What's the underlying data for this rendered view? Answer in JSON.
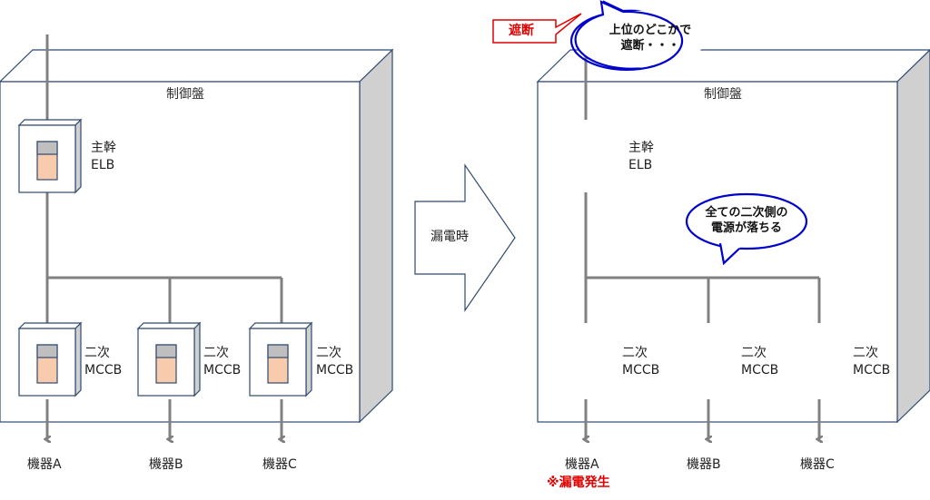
{
  "colors": {
    "panel_stroke": "#2f4a6f",
    "panel_side": "#d0d0d0",
    "wire": "#808080",
    "handle_top": "#bfbfbf",
    "handle_bottom": "#f8cbad",
    "callout_blue": "#0000cc",
    "alert_red": "#e00000"
  },
  "left_panel": {
    "title": "制御盤",
    "main_breaker": {
      "line1": "主幹",
      "line2": "ELB"
    },
    "branch_breakers": [
      {
        "line1": "二次",
        "line2": "MCCB"
      },
      {
        "line1": "二次",
        "line2": "MCCB"
      },
      {
        "line1": "二次",
        "line2": "MCCB"
      }
    ],
    "devices": [
      "機器A",
      "機器B",
      "機器C"
    ]
  },
  "transition_arrow": {
    "label": "漏電時"
  },
  "right_panel": {
    "title": "制御盤",
    "main_breaker": {
      "line1": "主幹",
      "line2": "ELB"
    },
    "branch_breakers": [
      {
        "line1": "二次",
        "line2": "MCCB"
      },
      {
        "line1": "二次",
        "line2": "MCCB"
      },
      {
        "line1": "二次",
        "line2": "MCCB"
      }
    ],
    "devices": [
      "機器A",
      "機器B",
      "機器C"
    ],
    "leak_note": "※漏電発生",
    "cutoff_label": "遮断",
    "upper_callout": {
      "line1": "上位のどこかで",
      "line2": "遮断・・・"
    },
    "secondary_callout": {
      "line1": "全ての二次側の",
      "line2": "電源が落ちる"
    }
  }
}
